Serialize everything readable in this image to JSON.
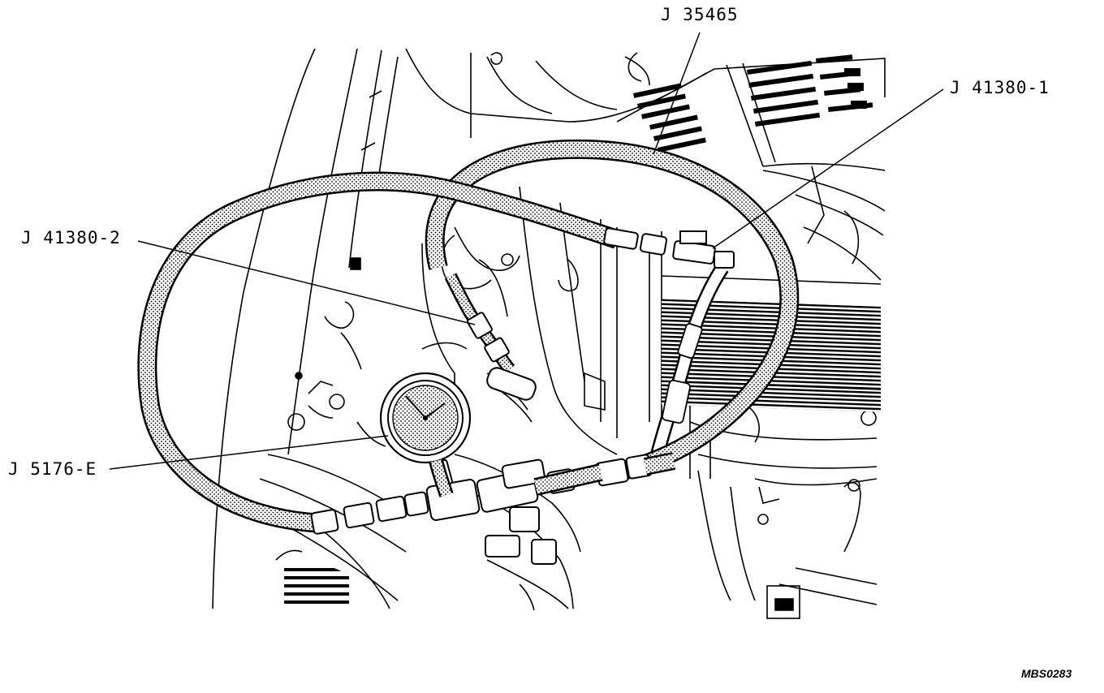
{
  "figure": {
    "labels": {
      "top_tool": "J 35465",
      "right_tool": "J 41380-1",
      "left_tool": "J 41380-2",
      "gauge_tool": "J 5176-E"
    },
    "figure_code": "MBS0283"
  }
}
